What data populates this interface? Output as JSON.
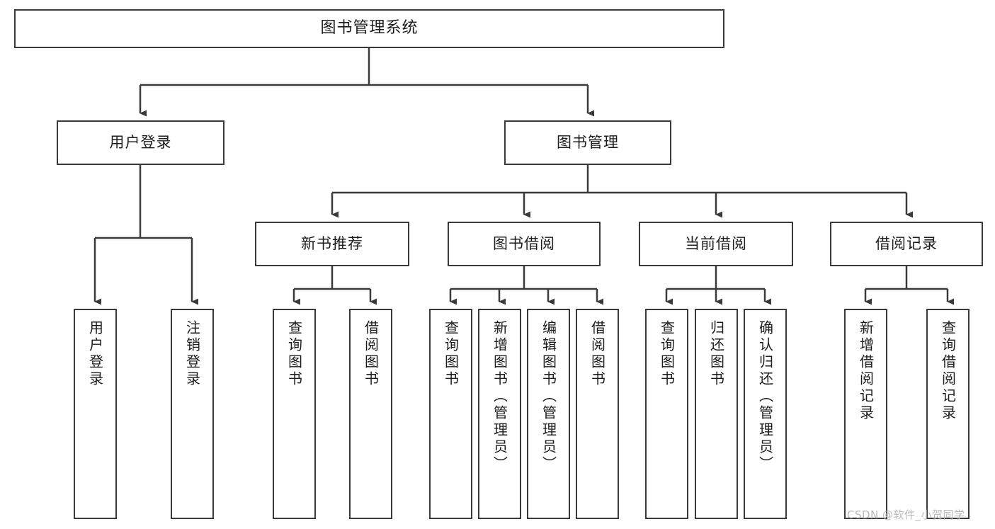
{
  "diagram": {
    "title": "图书管理系统",
    "type": "tree-hierarchy-chart",
    "background": "#ffffff",
    "stroke_color": "#3a3a3a",
    "text_color": "#1c1c1c"
  },
  "nodes": {
    "root": {
      "label": "图书管理系统"
    },
    "level2": [
      {
        "label": "用户登录"
      },
      {
        "label": "图书管理"
      }
    ],
    "level3": [
      {
        "label": "新书推荐"
      },
      {
        "label": "图书借阅"
      },
      {
        "label": "当前借阅"
      },
      {
        "label": "借阅记录"
      }
    ],
    "leaves_user_login": [
      {
        "label": "用户登录"
      },
      {
        "label": "注销登录"
      }
    ],
    "leaves_new_books": [
      {
        "label": "查询图书"
      },
      {
        "label": "借阅图书"
      }
    ],
    "leaves_borrow": [
      {
        "label": "查询图书"
      },
      {
        "label": "新增图书（管理员）"
      },
      {
        "label": "编辑图书（管理员）"
      },
      {
        "label": "借阅图书"
      }
    ],
    "leaves_current": [
      {
        "label": "查询图书"
      },
      {
        "label": "归还图书"
      },
      {
        "label": "确认归还（管理员）"
      }
    ],
    "leaves_records": [
      {
        "label": "新增借阅记录"
      },
      {
        "label": "查询借阅记录"
      }
    ]
  },
  "watermark": {
    "text": "CSDN @软件_小贺同学"
  }
}
